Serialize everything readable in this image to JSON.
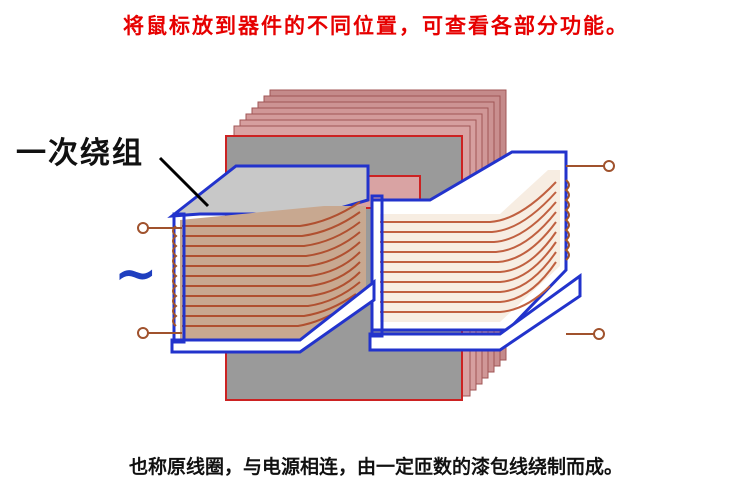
{
  "hint_text": "将鼠标放到器件的不同位置，可查看各部分功能。",
  "label_text": "一次绕组",
  "caption_text": "也称原线圈，与电源相连，由一定匝数的漆包线绕制而成。",
  "ac_symbol": "~",
  "colors": {
    "hint": "#e60000",
    "core_face": "#9a9a9a",
    "core_lamination": "#c48a8a",
    "core_edge": "#cc2222",
    "bobbin_edge": "#2233cc",
    "primary_winding": "#c8a890",
    "secondary_winding": "#f7ede2",
    "wire": "#b05030",
    "terminal": "#a0522d"
  },
  "icons": [
    "leader-line",
    "terminal-circle",
    "ac-source-symbol"
  ]
}
